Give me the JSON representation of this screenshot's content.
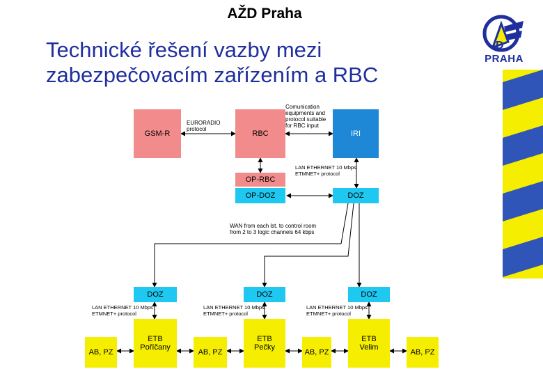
{
  "header": {
    "company": "AŽD Praha"
  },
  "title": {
    "line1": "Technické řešení vazby mezi",
    "line2": "zabezpečovacím zařízením a RBC"
  },
  "logo": {
    "text": "PRAHA",
    "color": "#1f2f9e"
  },
  "colors": {
    "title": "#1f2f9e",
    "red_box": "#f28c8c",
    "blue_box": "#1e88d6",
    "cyan_box": "#1ec8f0",
    "yellow_box": "#f5ee00",
    "stripe_yellow": "#f5ee00",
    "stripe_blue": "#2f55b8"
  },
  "diagram": {
    "gsm_r": "GSM-R",
    "rbc": "RBC",
    "iri": "IRI",
    "op_rbc": "OP-RBC",
    "op_doz": "OP-DOZ",
    "doz_top": "DOZ",
    "euroradio": "EURORADIO\nprotocol",
    "comm_note": "Comunication\nequipments and\nprotocol suitable\nfor RBC input",
    "lan_top": "LAN ETHERNET 10 Mbps\nETMNET+ protocol",
    "wan_note": "WAN from each lst. to control room\nfrom 2 to 3 logic channels 64 kbps",
    "stations": [
      {
        "doz": "DOZ",
        "lan": "LAN ETHERNET 10 Mbps\nETMNET+ protocol",
        "etb": "ETB\nPoříčany",
        "ab": "AB, PZ"
      },
      {
        "doz": "DOZ",
        "lan": "LAN ETHERNET 10 Mbps\nETMNET+ protocol",
        "etb": "ETB\nPečky",
        "ab": "AB, PZ"
      },
      {
        "doz": "DOZ",
        "lan": "LAN ETHERNET 10 Mbps\nETMNET+ protocol",
        "etb": "ETB\nVelim",
        "ab": "AB, PZ"
      }
    ],
    "ab_last": "AB, PZ"
  }
}
